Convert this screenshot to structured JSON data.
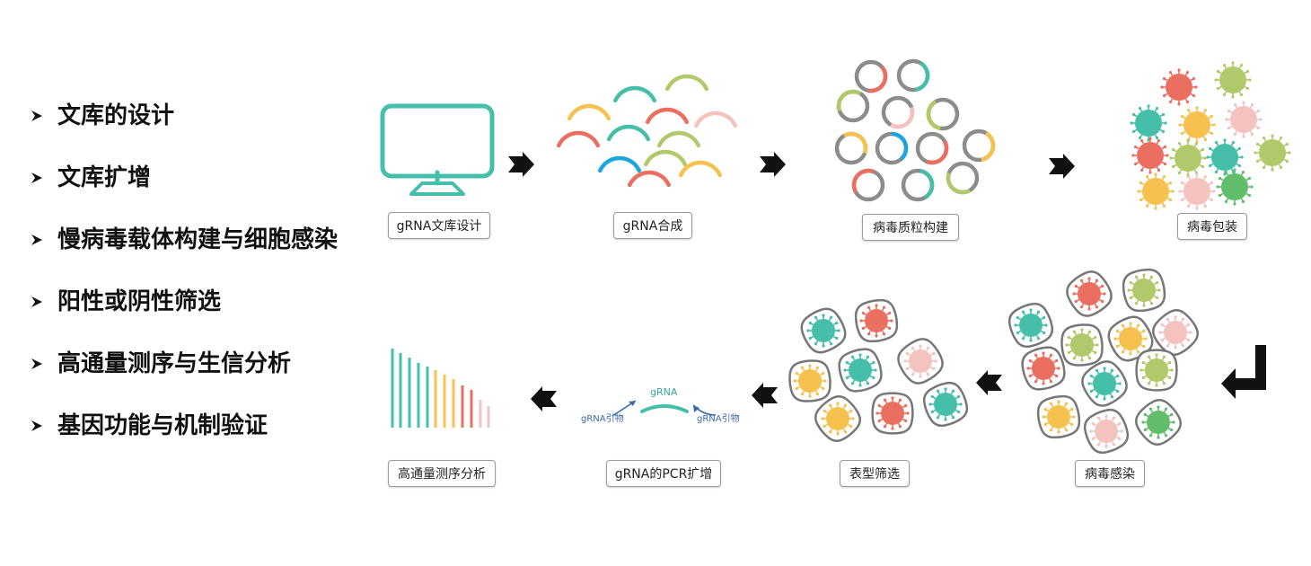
{
  "bullets": [
    "文库的设计",
    "文库扩增",
    "慢病毒载体构建与细胞感染",
    "阳性或阴性筛选",
    "高通量测序与生信分析",
    "基因功能与机制验证"
  ],
  "steps": {
    "library_design": "gRNA文库设计",
    "grna_synthesis": "gRNA合成",
    "plasmid_construction": "病毒质粒构建",
    "virus_packaging": "病毒包装",
    "virus_infection": "病毒感染",
    "phenotype_screening": "表型筛选",
    "pcr_amplification": "gRNA的PCR扩增",
    "sequencing_analysis": "高通量测序分析"
  },
  "pcr_labels": {
    "grna": "gRNA",
    "primer_left": "gRNA引物",
    "primer_right": "gRNA引物"
  },
  "colors": {
    "teal": "#45bfa9",
    "red": "#ea6f60",
    "green": "#b0c96a",
    "yellow": "#f6c14e",
    "pink": "#f5c3bf",
    "blue": "#1ba6de",
    "darkgreen": "#62bd6b",
    "gray": "#8c8c8c",
    "arrow": "#111111"
  }
}
